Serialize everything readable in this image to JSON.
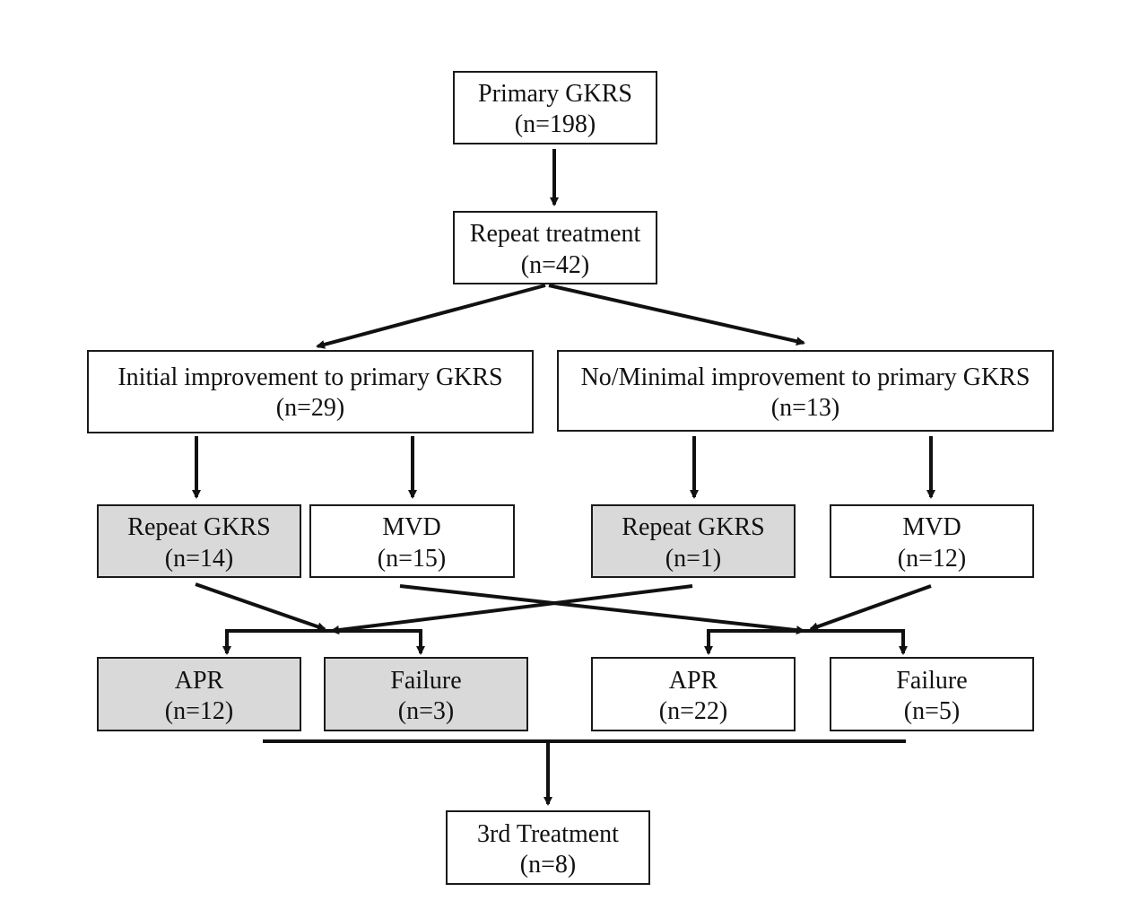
{
  "colors": {
    "box_border": "#1a1a1a",
    "box_fill_plain": "#ffffff",
    "box_fill_shaded": "#d9d9d9",
    "arrow": "#111111"
  },
  "nodes": {
    "primary": {
      "line1": "Primary GKRS",
      "line2": "(n=198)"
    },
    "repeat_treatment": {
      "line1": "Repeat treatment",
      "line2": "(n=42)"
    },
    "initial_improvement": {
      "line1": "Initial improvement to primary GKRS",
      "line2": "(n=29)"
    },
    "no_minimal_improvement": {
      "line1": "No/Minimal improvement to primary GKRS",
      "line2": "(n=13)"
    },
    "initial_repeat_gkrs": {
      "line1": "Repeat GKRS",
      "line2": "(n=14)",
      "shaded": true
    },
    "initial_mvd": {
      "line1": "MVD",
      "line2": "(n=15)",
      "shaded": false
    },
    "minimal_repeat_gkrs": {
      "line1": "Repeat GKRS",
      "line2": "(n=1)",
      "shaded": true
    },
    "minimal_mvd": {
      "line1": "MVD",
      "line2": "(n=12)",
      "shaded": false
    },
    "gkrs_apr": {
      "line1": "APR",
      "line2": "(n=12)",
      "shaded": true
    },
    "gkrs_failure": {
      "line1": "Failure",
      "line2": "(n=3)",
      "shaded": true
    },
    "mvd_apr": {
      "line1": "APR",
      "line2": "(n=22)",
      "shaded": false
    },
    "mvd_failure": {
      "line1": "Failure",
      "line2": "(n=5)",
      "shaded": false
    },
    "third_treatment": {
      "line1": "3rd Treatment",
      "line2": "(n=8)"
    }
  },
  "edges": [
    {
      "from": "primary",
      "to": "repeat_treatment"
    },
    {
      "from": "repeat_treatment",
      "to": "initial_improvement"
    },
    {
      "from": "repeat_treatment",
      "to": "no_minimal_improvement"
    },
    {
      "from": "initial_improvement",
      "to": "initial_repeat_gkrs"
    },
    {
      "from": "initial_improvement",
      "to": "initial_mvd"
    },
    {
      "from": "no_minimal_improvement",
      "to": "minimal_repeat_gkrs"
    },
    {
      "from": "no_minimal_improvement",
      "to": "minimal_mvd"
    },
    {
      "from": "initial_repeat_gkrs",
      "to": "gkrs_apr"
    },
    {
      "from": "initial_repeat_gkrs",
      "to": "gkrs_failure"
    },
    {
      "from": "minimal_repeat_gkrs",
      "to": "gkrs_apr"
    },
    {
      "from": "minimal_repeat_gkrs",
      "to": "gkrs_failure"
    },
    {
      "from": "initial_mvd",
      "to": "mvd_apr"
    },
    {
      "from": "initial_mvd",
      "to": "mvd_failure"
    },
    {
      "from": "minimal_mvd",
      "to": "mvd_apr"
    },
    {
      "from": "minimal_mvd",
      "to": "mvd_failure"
    },
    {
      "from": "gkrs_apr",
      "to": "third_treatment"
    },
    {
      "from": "gkrs_failure",
      "to": "third_treatment"
    },
    {
      "from": "mvd_apr",
      "to": "third_treatment"
    },
    {
      "from": "mvd_failure",
      "to": "third_treatment"
    }
  ]
}
